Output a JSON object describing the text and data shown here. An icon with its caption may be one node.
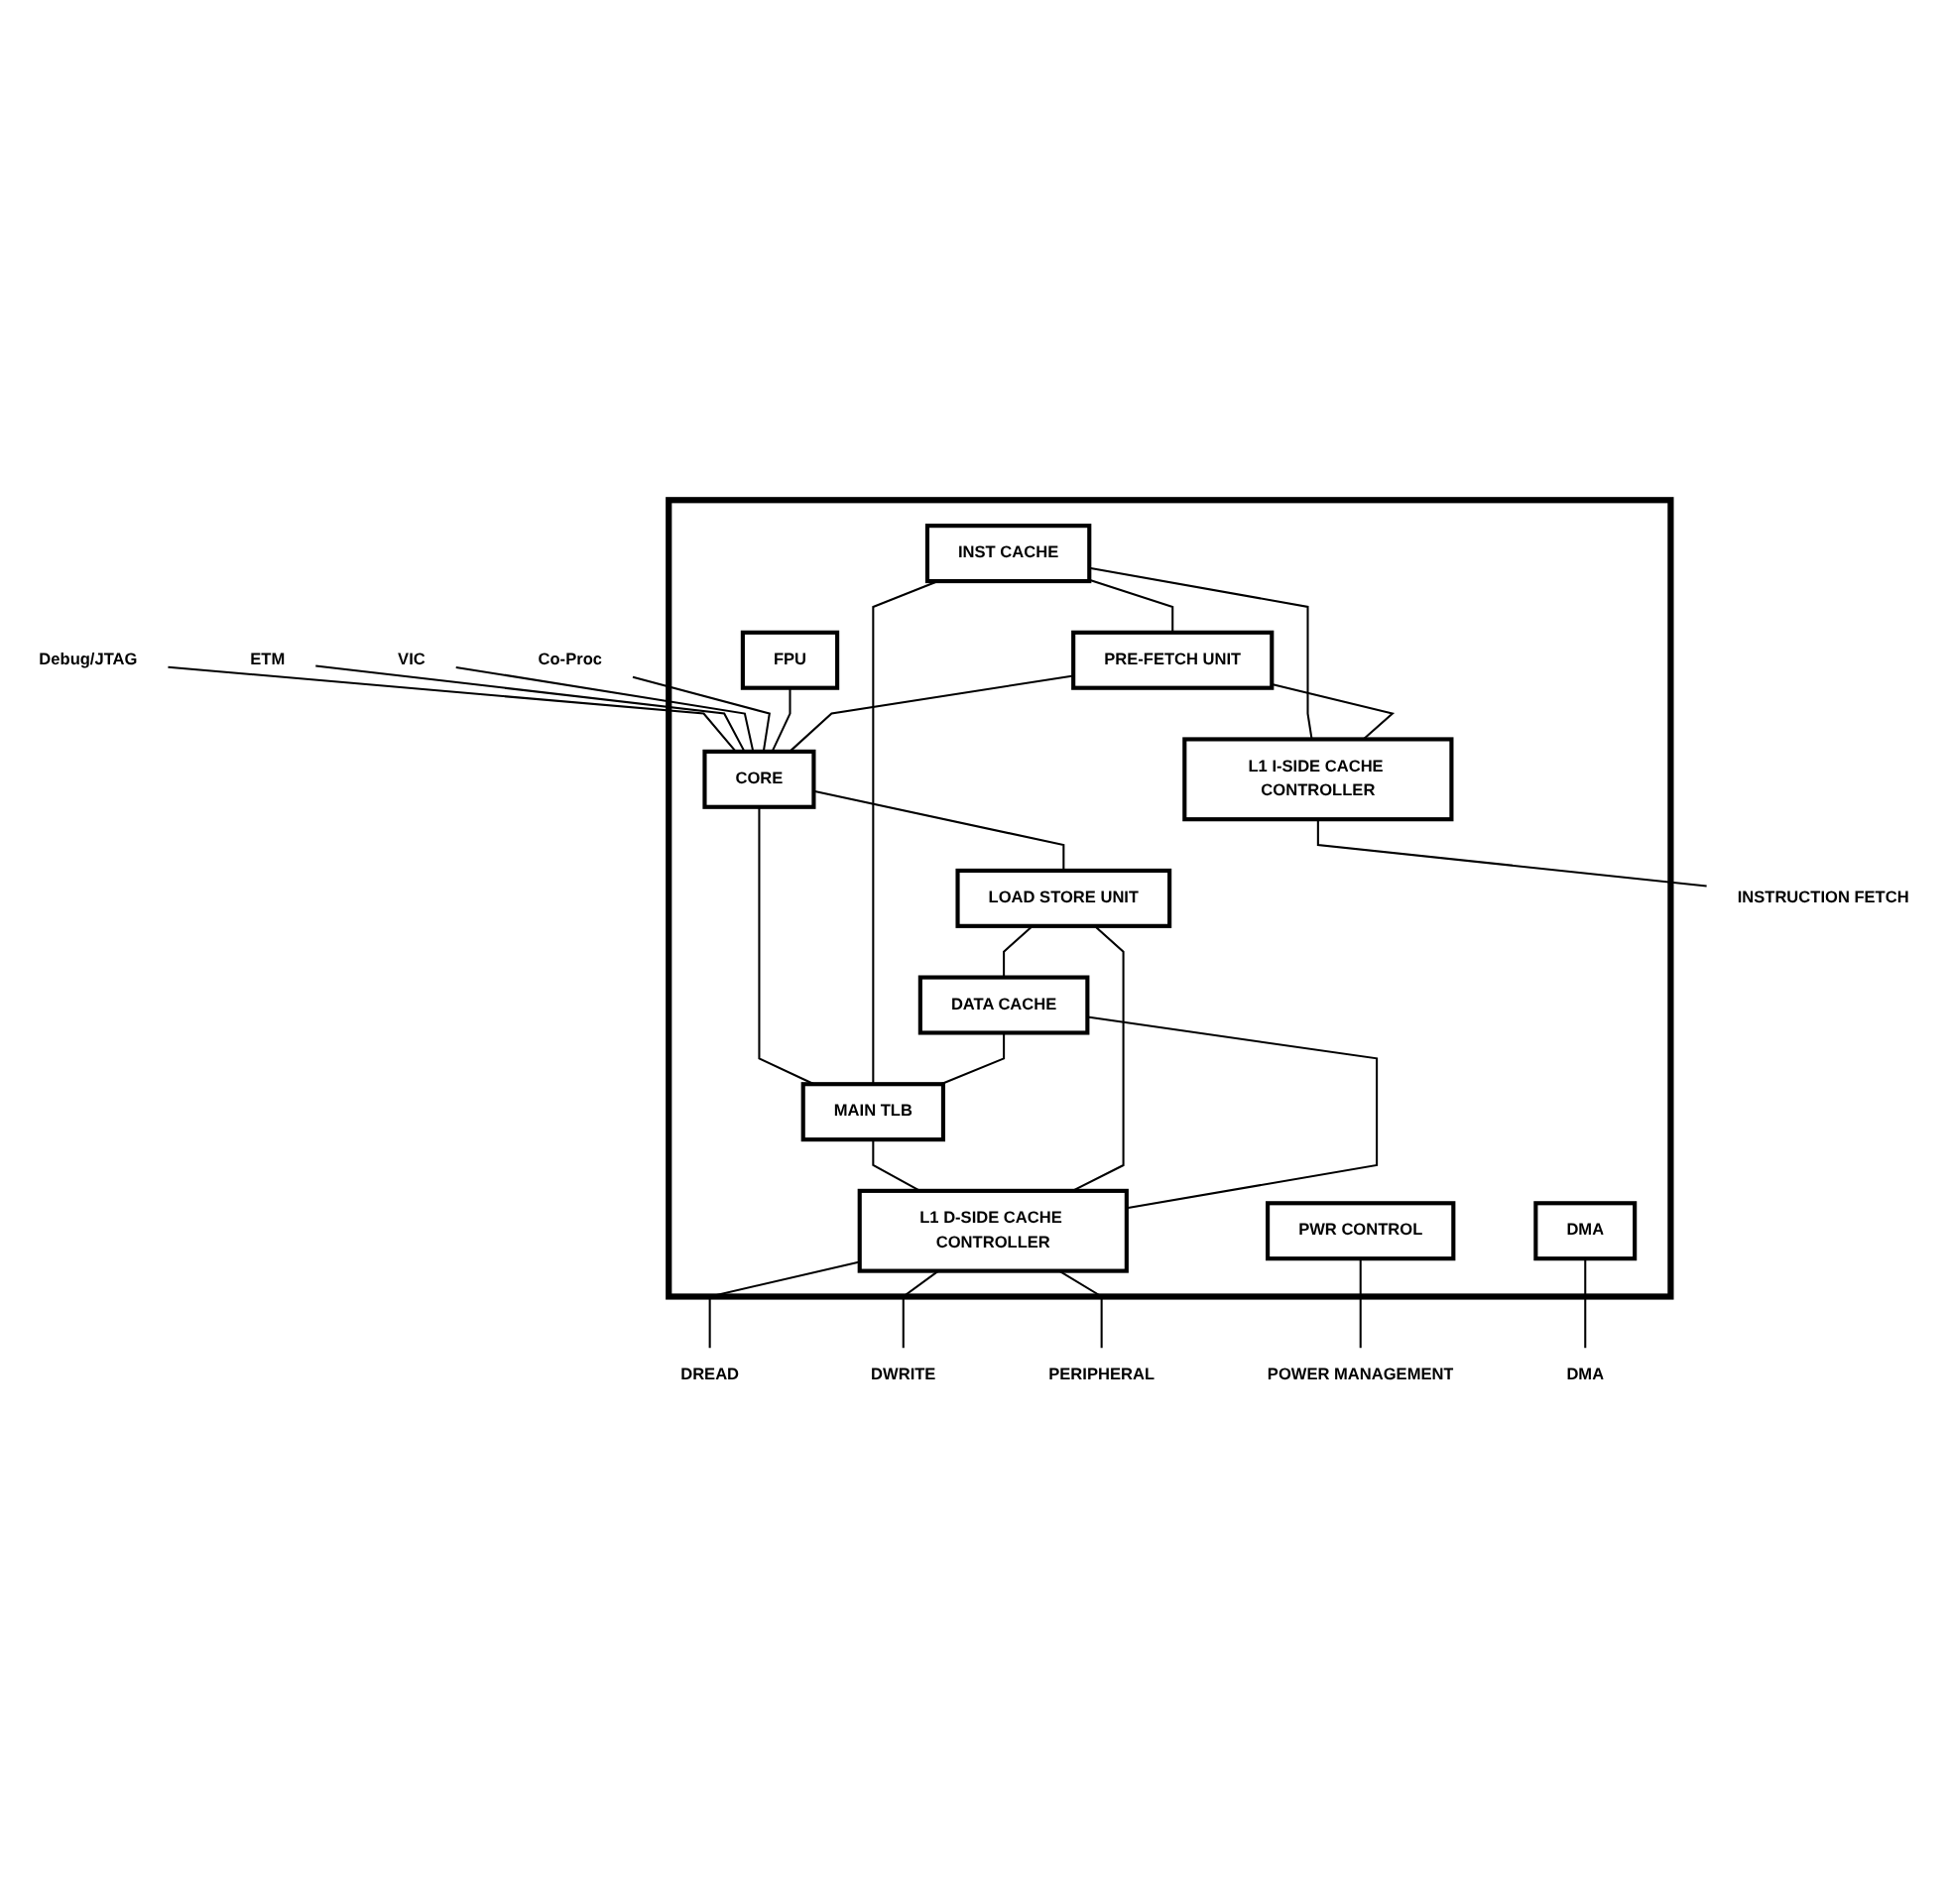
{
  "diagram": {
    "nodes": [
      {
        "text": [
          "Debug/JTAG"
        ]
      },
      {
        "text": [
          "ETM"
        ]
      },
      {
        "text": [
          "VIC"
        ]
      },
      {
        "text": [
          "Co-Proc"
        ]
      },
      {
        "text": [],
        "shape": "box"
      },
      {
        "text": [
          "FPU"
        ],
        "in": 4
      },
      {
        "text": [
          "INST CACHE"
        ],
        "in": 4
      },
      {
        "text": [
          "PRE-FETCH UNIT"
        ],
        "in": 4
      },
      {
        "text": [
          "CORE"
        ],
        "in": 4
      },
      {
        "text": [
          "LOAD STORE UNIT"
        ],
        "in": 4
      },
      {
        "text": [
          "DATA CACHE"
        ],
        "in": 4
      },
      {
        "text": [
          "MAIN TLB"
        ],
        "in": 4
      },
      {
        "text": [
          "L1 I-SIDE CACHE CONTROLLER"
        ],
        "in": 4
      },
      {
        "text": [
          "PWR CONTROL"
        ],
        "in": 4
      },
      {
        "text": [
          "DMA"
        ],
        "in": 4
      },
      {
        "text": [
          "L1 D-SIDE CACHE CONTROLLER"
        ],
        "in": 4
      },
      {
        "text": [
          "INSTRUCTION FETCH"
        ]
      },
      {
        "text": [
          "POWER MANAGEMENT"
        ]
      },
      {
        "text": [
          "DMA"
        ]
      },
      {
        "text": [
          "DREAD"
        ]
      },
      {
        "text": [
          "PERIPHERAL"
        ]
      },
      {
        "text": [
          "DWRITE"
        ]
      }
    ],
    "edges": [
      {
        "from": 0,
        "to": 8,
        "arrow": "none"
      },
      {
        "from": 1,
        "to": 8,
        "arrow": "none"
      },
      {
        "from": 2,
        "to": 8,
        "arrow": "none"
      },
      {
        "from": 3,
        "to": 8,
        "arrow": "none"
      },
      {
        "from": 5,
        "to": 8,
        "arrow": "none"
      },
      {
        "from": 6,
        "to": 7,
        "arrow": "none"
      },
      {
        "from": 7,
        "to": 8,
        "arrow": "none"
      },
      {
        "from": 8,
        "to": 9,
        "arrow": "none"
      },
      {
        "from": 9,
        "to": 10,
        "arrow": "none"
      },
      {
        "from": 8,
        "to": 11,
        "arrow": "none"
      },
      {
        "from": 6,
        "to": 11,
        "arrow": "none"
      },
      {
        "from": 10,
        "to": 11,
        "arrow": "none"
      },
      {
        "from": 11,
        "to": 15,
        "arrow": "none"
      },
      {
        "from": 6,
        "to": 12,
        "arrow": "none"
      },
      {
        "from": 7,
        "to": 12,
        "arrow": "none"
      },
      {
        "from": 9,
        "to": 15,
        "arrow": "none"
      },
      {
        "from": 10,
        "to": 15,
        "arrow": "none"
      },
      {
        "from": 12,
        "to": 16,
        "arrow": "none"
      },
      {
        "from": 13,
        "to": 17,
        "arrow": "none"
      },
      {
        "from": 14,
        "to": 18,
        "arrow": "none"
      },
      {
        "from": 15,
        "to": 19,
        "arrow": "none"
      },
      {
        "from": 15,
        "to": 21,
        "arrow": "none"
      },
      {
        "from": 15,
        "to": 20,
        "arrow": "none"
      }
    ]
  }
}
